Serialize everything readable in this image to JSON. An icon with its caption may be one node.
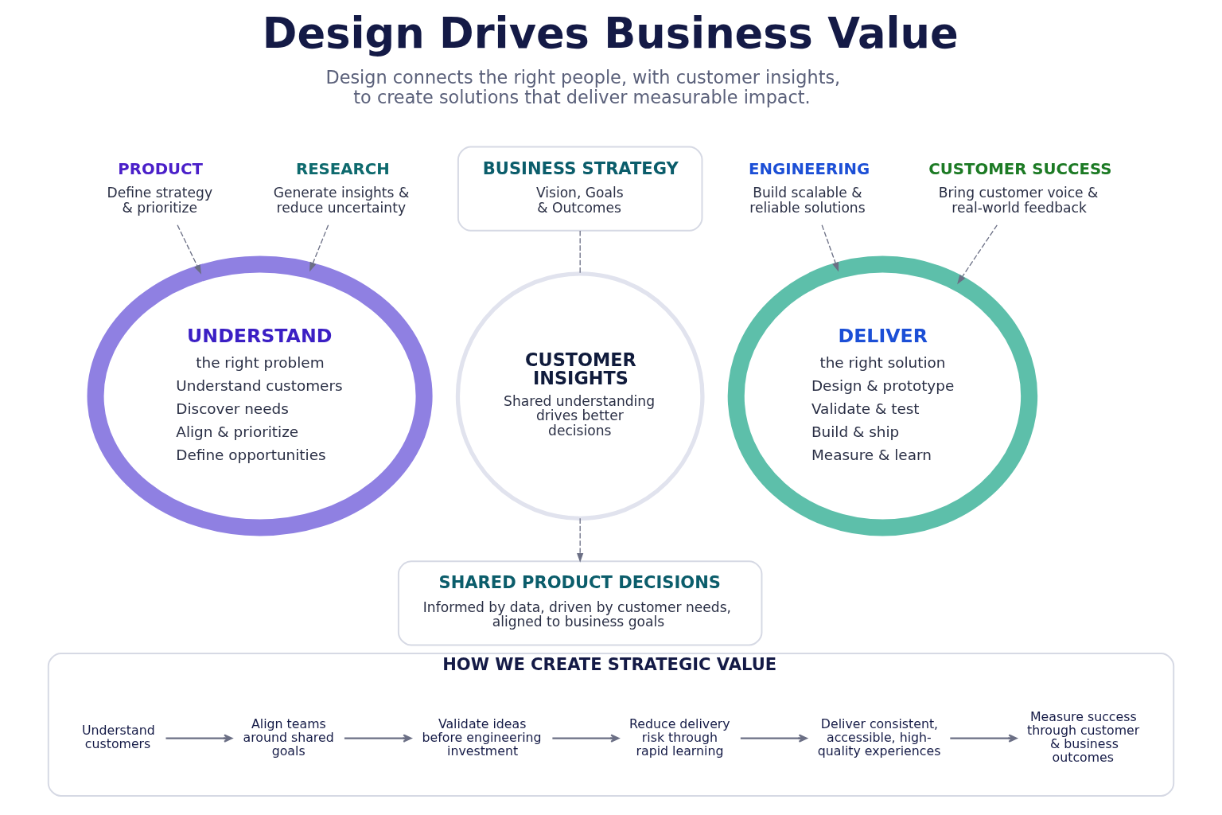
{
  "diagram": {
    "title": "Design Drives Business Value",
    "nodes": [
      {
        "text": [
          "PRODUCT",
          "Define strategy & prioritize"
        ]
      },
      {
        "text": [
          "RESEARCH",
          "Generate insights & reduce uncertainty"
        ]
      },
      {
        "text": [
          "BUSINESS STRATEGY",
          "Vision, Goals & Outcomes"
        ]
      },
      {
        "text": [
          "ENGINEERING",
          "Build scalable & reliable solutions"
        ]
      },
      {
        "text": [
          "CUSTOMER SUCCESS",
          "Bring customer voice & real-world feedback"
        ]
      },
      {
        "text": [
          "UNDERSTAND",
          "the right problem",
          "Understand customers",
          "Discover needs",
          "Align & prioritize",
          "Define opportunities"
        ]
      },
      {
        "text": [
          "CUSTOMER INSIGHTS",
          "Shared understanding drives better decisions"
        ]
      },
      {
        "text": [
          "DELIVER",
          "the right solution",
          "Design & prototype",
          "Validate & test",
          "Build & ship",
          "Measure & learn"
        ]
      },
      {
        "text": [
          "SHARED PRODUCT DECISIONS",
          "Informed by data, driven by customer needs, aligned to business goals"
        ]
      },
      {
        "text": [
          "HOW WE CREATE STRATEGIC VALUE"
        ]
      },
      {
        "text": [
          "Understand customers"
        ],
        "in": 9
      },
      {
        "text": [
          "Align teams around shared goals"
        ],
        "in": 9
      },
      {
        "text": [
          "Validate ideas before engineering investment"
        ],
        "in": 9
      },
      {
        "text": [
          "Reduce delivery risk through rapid learning"
        ],
        "in": 9
      },
      {
        "text": [
          "Deliver consistent, accessible, high-quality experiences"
        ],
        "in": 9
      },
      {
        "text": [
          "Measure success through customer & business outcomes"
        ],
        "in": 9
      }
    ],
    "edges": [
      {
        "from": 0,
        "to": 5,
        "arrow": "to",
        "style": "dashed"
      },
      {
        "from": 1,
        "to": 5,
        "arrow": "to",
        "style": "dashed"
      },
      {
        "from": 3,
        "to": 7,
        "arrow": "to",
        "style": "dashed"
      },
      {
        "from": 4,
        "to": 7,
        "arrow": "to",
        "style": "dashed"
      },
      {
        "from": 2,
        "to": 6,
        "arrow": "none",
        "style": "dashed"
      },
      {
        "from": 6,
        "to": 8,
        "arrow": "to",
        "style": "dashed"
      },
      {
        "from": 10,
        "to": 11,
        "arrow": "to"
      },
      {
        "from": 11,
        "to": 12,
        "arrow": "to"
      },
      {
        "from": 12,
        "to": 13,
        "arrow": "to"
      },
      {
        "from": 13,
        "to": 14,
        "arrow": "to"
      },
      {
        "from": 14,
        "to": 15,
        "arrow": "to"
      }
    ],
    "labels": [
      "Design connects the right people, with customer insights, to create solutions that deliver measurable impact."
    ]
  }
}
